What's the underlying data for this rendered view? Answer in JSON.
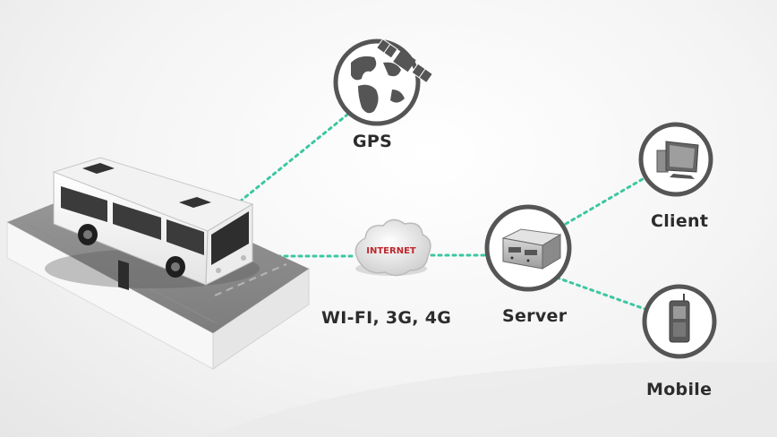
{
  "labels": {
    "gps": "GPS",
    "network": "WI-FI, 3G, 4G",
    "server": "Server",
    "client": "Client",
    "mobile": "Mobile",
    "internet_cloud": "INTERNET"
  },
  "icons": {
    "gps": "globe-satellite-icon",
    "internet": "cloud-icon",
    "server": "server-rack-icon",
    "client": "desktop-computer-icon",
    "mobile": "mobile-phone-icon",
    "vehicle": "bus-icon"
  },
  "colors": {
    "connector": "#3cc7a1",
    "icon_stroke": "#555555",
    "label_text": "#2c2c2c",
    "internet_text": "#c0272d"
  }
}
